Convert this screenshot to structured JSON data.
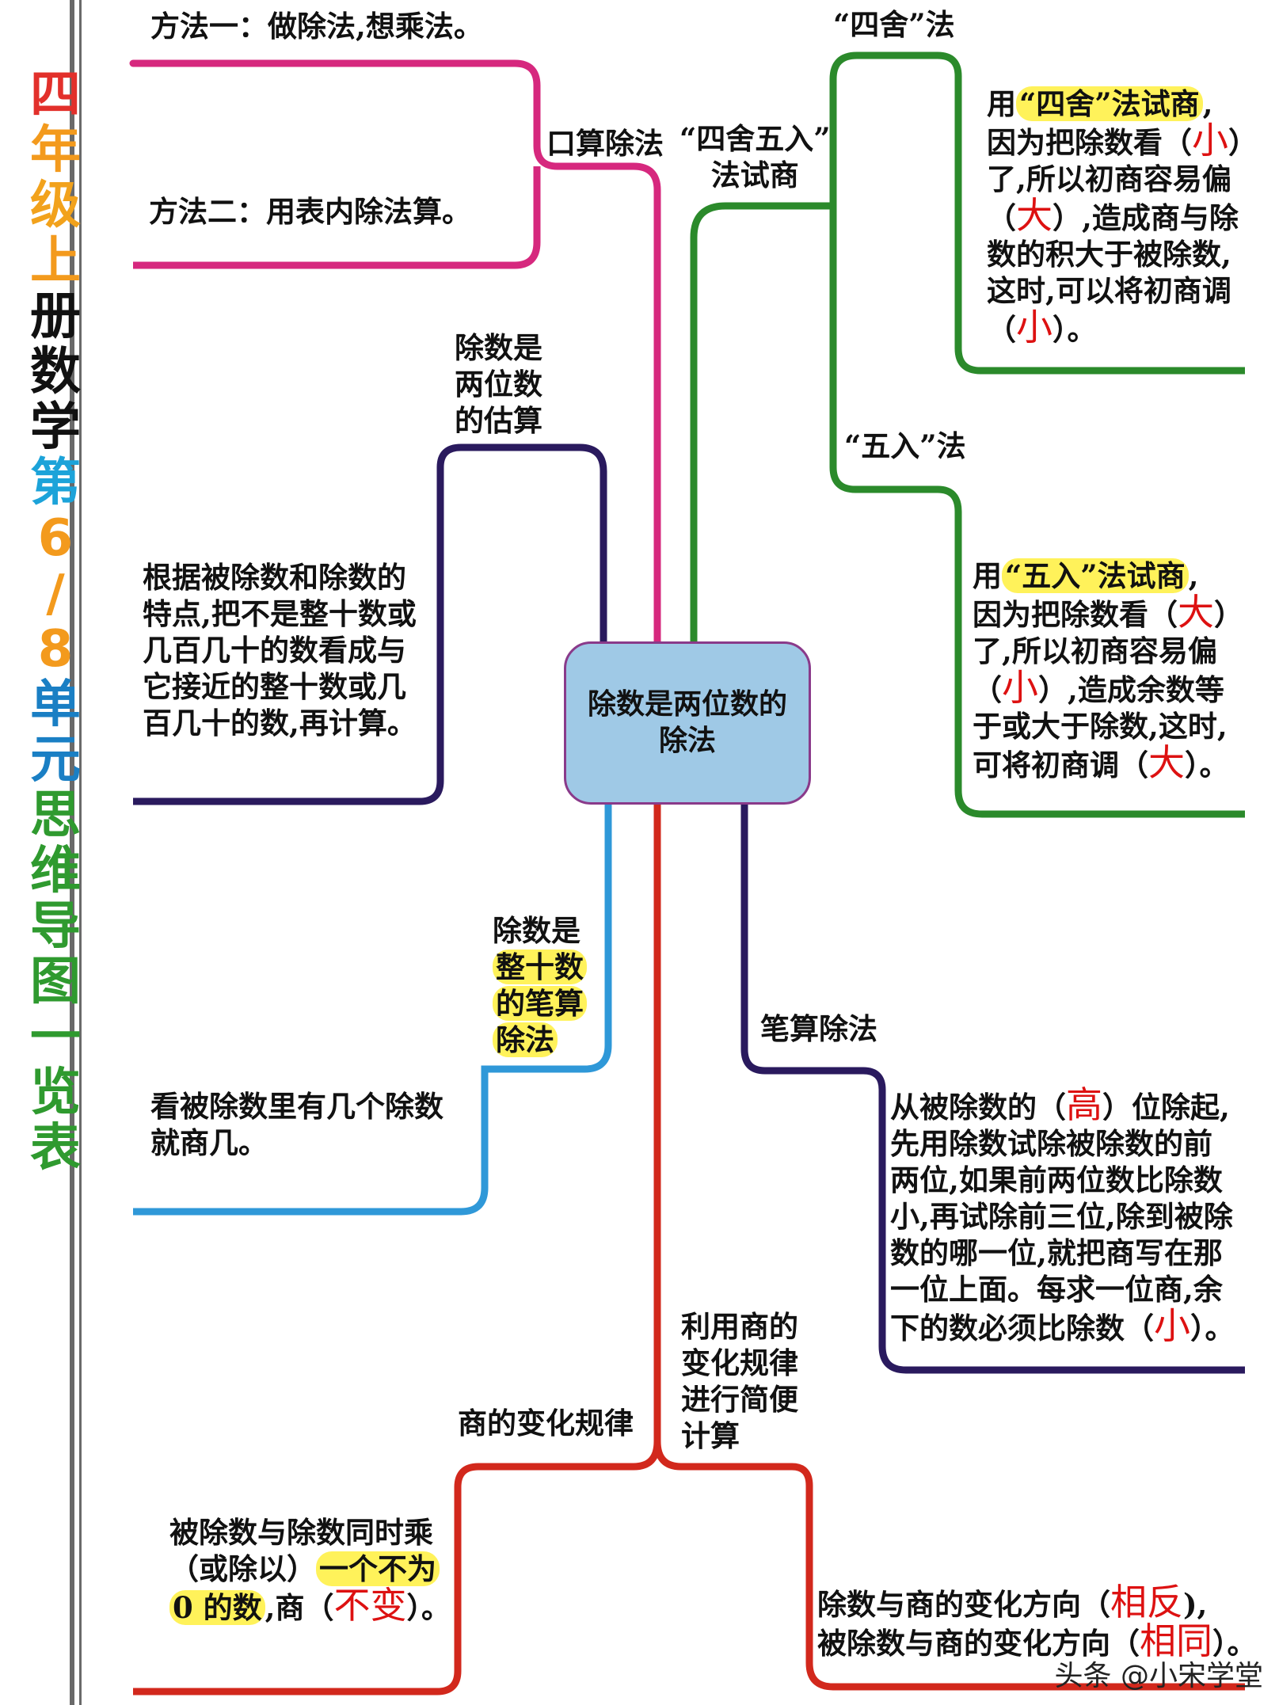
{
  "title": {
    "chars": [
      {
        "c": "四",
        "color": "#e2302b"
      },
      {
        "c": "年",
        "color": "#f39a1d"
      },
      {
        "c": "级",
        "color": "#f2a21c"
      },
      {
        "c": "上",
        "color": "#f39a1d"
      },
      {
        "c": "册",
        "color": "#111111"
      },
      {
        "c": "数",
        "color": "#111111"
      },
      {
        "c": "学",
        "color": "#111111"
      },
      {
        "c": "第",
        "color": "#1ca3d9"
      },
      {
        "c": "6",
        "color": "#f39a1d"
      },
      {
        "c": "/",
        "color": "#f39a1d"
      },
      {
        "c": "8",
        "color": "#f39a1d"
      },
      {
        "c": "单",
        "color": "#1a7fc4"
      },
      {
        "c": "元",
        "color": "#1a7fc4"
      },
      {
        "c": "思",
        "color": "#2f9a2f"
      },
      {
        "c": "维",
        "color": "#2f9a2f"
      },
      {
        "c": "导",
        "color": "#2f9a2f"
      },
      {
        "c": "图",
        "color": "#2f9a2f"
      },
      {
        "c": "一",
        "color": "#2f9a2f"
      },
      {
        "c": "览",
        "color": "#2f9a2f"
      },
      {
        "c": "表",
        "color": "#2f9a2f"
      }
    ]
  },
  "colors": {
    "pink": "#d6287e",
    "green": "#2b8a2b",
    "navy": "#2a1a5e",
    "blue": "#2f98d8",
    "red": "#d2281c",
    "highlight": "#fff25a",
    "center_fill": "#9fc9e6"
  },
  "center": {
    "line1": "除数是两位数的",
    "line2": "除法"
  },
  "oral": {
    "label": "口算除法",
    "method1": "方法一：做除法,想乘法。",
    "method2": "方法二：用表内除法算。"
  },
  "estimate": {
    "label": [
      "除数是",
      "两位数",
      "的估算"
    ],
    "text": [
      "根据被除数和除数的",
      "特点,把不是整十数或",
      "几百几十的数看成与",
      "它接近的整十数或几",
      "百几十的数,再计算。"
    ]
  },
  "tens_div": {
    "label": [
      "除数是",
      "整十数",
      "的笔算",
      "除法"
    ],
    "text": [
      "看被除数里有几个除数",
      "就商几。"
    ]
  },
  "quotient_rule": {
    "label": "商的变化规律",
    "text1": "被除数与除数同时乘",
    "text2a": "（或除以）",
    "text2b": "一个不为",
    "text3a": "0 的数",
    "text3b": ",商（",
    "text3red": "不变",
    "text3c": "）。"
  },
  "simplify": {
    "label": [
      "利用商的",
      "变化规律",
      "进行简便",
      "计算"
    ],
    "line1a": "除数与商的变化方向（",
    "line1red": "相反",
    "line1b": "),",
    "line2a": "被除数与商的变化方向（",
    "line2red": "相同",
    "line2b": "）。"
  },
  "round": {
    "label": [
      "“四舍五入”",
      "法试商"
    ],
    "down_label": "“四舍”法",
    "down_text": {
      "l1a": "用",
      "l1hl": "“四舍”法试商",
      "l1b": ",",
      "l2a": "因为把除数看（",
      "l2red": "小",
      "l2b": "）",
      "l3": "了,所以初商容易偏",
      "l4a": "（",
      "l4red": "大",
      "l4b": "）,造成商与除",
      "l5": "数的积大于被除数,",
      "l6": "这时,可以将初商调",
      "l7a": "（",
      "l7red": "小",
      "l7b": "）。"
    },
    "up_label": "“五入”法",
    "up_text": {
      "l1a": "用",
      "l1hl": "“五入”法试商",
      "l1b": ",",
      "l2a": "因为把除数看（",
      "l2red": "大",
      "l2b": "）",
      "l3": "了,所以初商容易偏",
      "l4a": "（",
      "l4red": "小",
      "l4b": "）,造成余数等",
      "l5": "于或大于除数,这时,",
      "l6a": "可将初商调（",
      "l6red": "大",
      "l6b": "）。"
    }
  },
  "written": {
    "label": "笔算除法",
    "l1a": "从被除数的（",
    "l1red": "高",
    "l1b": "）位除起,",
    "l2": "先用除数试除被除数的前",
    "l3": "两位,如果前两位数比除数",
    "l4": "小,再试除前三位,除到被除",
    "l5": "数的哪一位,就把商写在那",
    "l6": "一位上面。每求一位商,余",
    "l7a": "下的数必须比除数（",
    "l7red": "小",
    "l7b": "）。"
  },
  "watermark": "头条 @小宋学堂"
}
